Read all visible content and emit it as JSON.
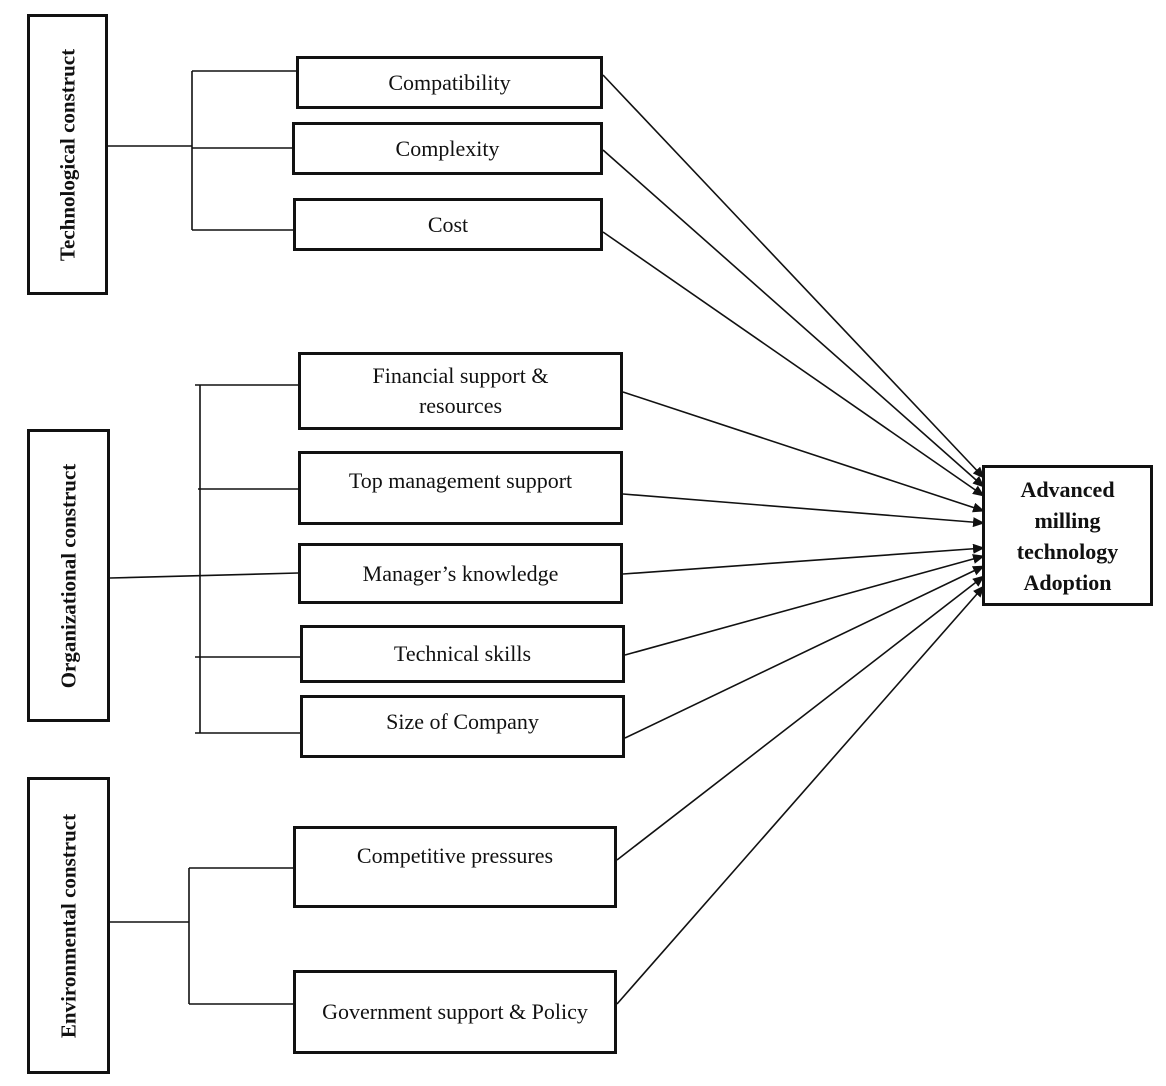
{
  "constructs": [
    {
      "id": "technological",
      "label": "Technological construct"
    },
    {
      "id": "organizational",
      "label": "Organizational construct"
    },
    {
      "id": "environmental",
      "label": "Environmental construct"
    }
  ],
  "factors": [
    {
      "id": "compatibility",
      "construct": "technological",
      "label": "Compatibility"
    },
    {
      "id": "complexity",
      "construct": "technological",
      "label": "Complexity"
    },
    {
      "id": "cost",
      "construct": "technological",
      "label": "Cost"
    },
    {
      "id": "financial-support",
      "construct": "organizational",
      "label": "Financial support & resources"
    },
    {
      "id": "top-management-support",
      "construct": "organizational",
      "label": "Top management support"
    },
    {
      "id": "managers-knowledge",
      "construct": "organizational",
      "label": "Manager’s knowledge"
    },
    {
      "id": "technical-skills",
      "construct": "organizational",
      "label": "Technical skills"
    },
    {
      "id": "size-of-company",
      "construct": "organizational",
      "label": "Size of Company"
    },
    {
      "id": "competitive-pressures",
      "construct": "environmental",
      "label": "Competitive pressures"
    },
    {
      "id": "government-support",
      "construct": "environmental",
      "label": "Government support & Policy"
    }
  ],
  "outcome": {
    "label": "Advanced milling technology Adoption"
  },
  "colors": {
    "line": "#111111",
    "background": "#ffffff"
  }
}
